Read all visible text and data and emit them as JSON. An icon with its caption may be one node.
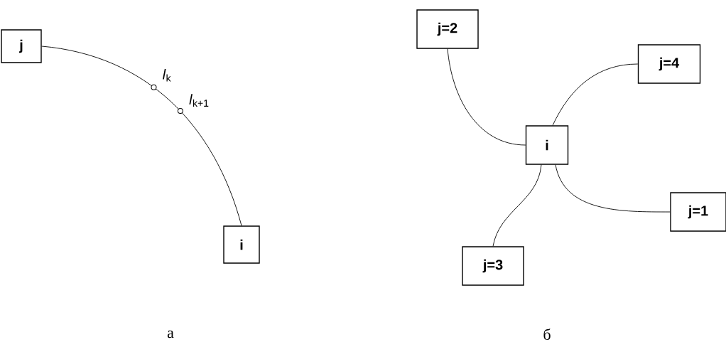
{
  "diagram": {
    "nodes": [
      {
        "text": [
          "j"
        ]
      },
      {
        "text": [
          "i"
        ]
      },
      {
        "text": [
          "j=2"
        ]
      },
      {
        "text": [
          "j=4"
        ]
      },
      {
        "text": [
          "i"
        ]
      },
      {
        "text": [
          "j=1"
        ]
      },
      {
        "text": [
          "j=3"
        ]
      }
    ],
    "edges": [
      {
        "from": 0,
        "to": 1,
        "arrow": "none"
      },
      {
        "from": 2,
        "to": 4,
        "arrow": "none"
      },
      {
        "from": 4,
        "to": 3,
        "arrow": "none"
      },
      {
        "from": 4,
        "to": 5,
        "arrow": "none"
      },
      {
        "from": 4,
        "to": 6,
        "arrow": "none"
      }
    ],
    "labels": [
      "*l*$_{k}$",
      "*l*$_{k+1}$",
      "а",
      "б"
    ]
  }
}
